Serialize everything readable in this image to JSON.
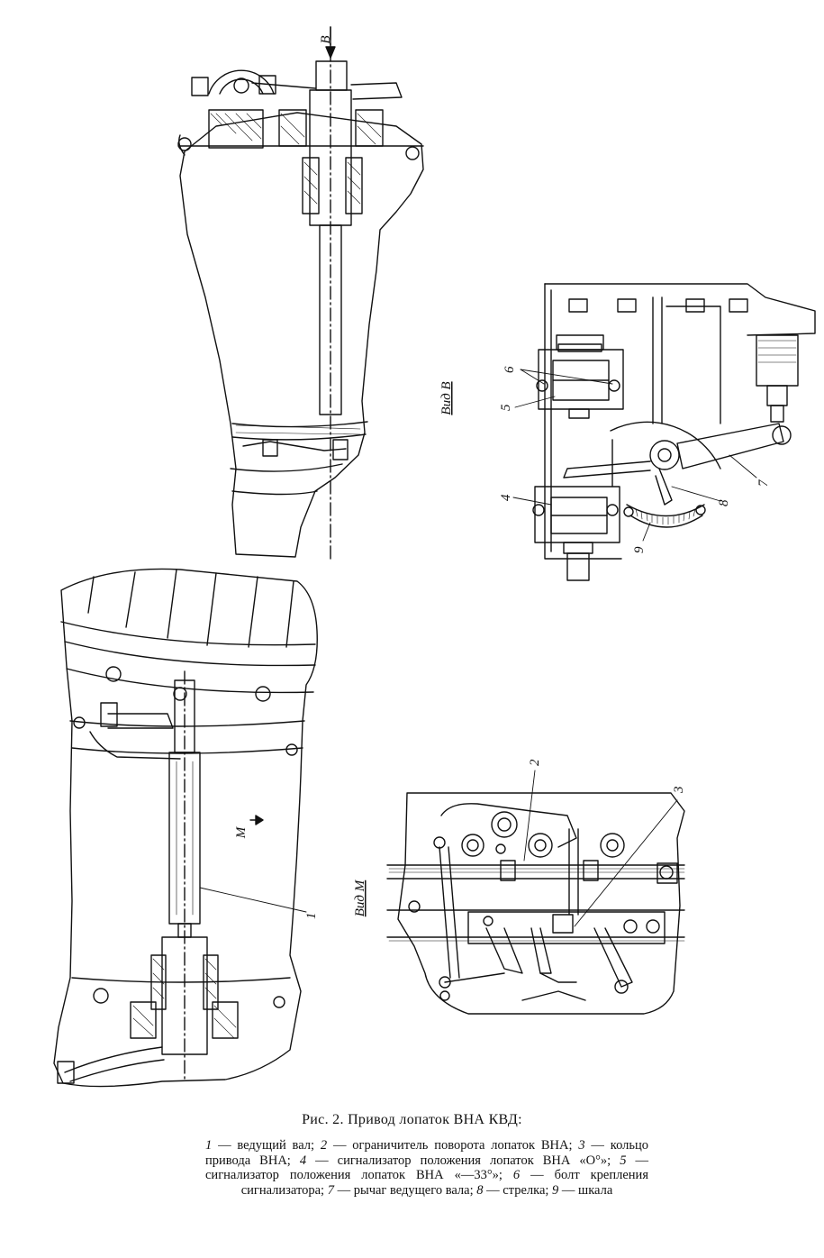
{
  "callouts": {
    "arrow_b": "В",
    "arrow_m": "М",
    "n1": "1",
    "n2": "2",
    "n3": "3",
    "n4": "4",
    "n5": "5",
    "n6": "6",
    "n7": "7",
    "n8": "8",
    "n9": "9"
  },
  "views": {
    "view_b": "Вид В",
    "view_m": "Вид М"
  },
  "caption": {
    "title": "Рис. 2. Привод лопаток ВНА КВД:",
    "legend": [
      {
        "num": "1",
        "text": " — ведущий вал; "
      },
      {
        "num": "2",
        "text": " — ограничитель поворота лопаток ВНА; "
      },
      {
        "num": "3",
        "text": " — кольцо привода ВНА; "
      },
      {
        "num": "4",
        "text": " — сигнализатор положения лопаток ВНА «О°»; "
      },
      {
        "num": "5",
        "text": " — сигнализатор положения лопаток ВНА «—33°»; "
      },
      {
        "num": "6",
        "text": " — болт крепления сигнализатора; "
      },
      {
        "num": "7",
        "text": " — рычаг ведущего вала; "
      },
      {
        "num": "8",
        "text": " — стрелка; "
      },
      {
        "num": "9",
        "text": " — шкала"
      }
    ]
  }
}
